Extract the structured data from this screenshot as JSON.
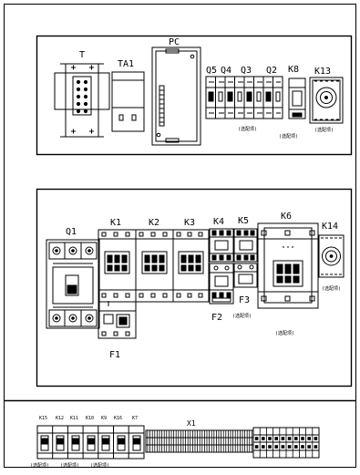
{
  "panels": {
    "top": {
      "T": "T",
      "TA1": "TA1",
      "PC": "PC",
      "Q5": "Q5",
      "Q4": "Q4",
      "Q3": "Q3",
      "Q2": "Q2",
      "K8": "K8",
      "K13": "K13",
      "note_q": "(选配项)",
      "note_k8": "(选配项)",
      "note_k13": "(选配项)"
    },
    "middle": {
      "Q1": "Q1",
      "K1": "K1",
      "K2": "K2",
      "K3": "K3",
      "K4": "K4",
      "K5": "K5",
      "K6": "K6",
      "K14": "K14",
      "F1": "F1",
      "F2": "F2",
      "F3": "F3",
      "note_f2": "(选配项)",
      "note_k6": "(选配项)",
      "note_k14": "(选配项)"
    },
    "bottom": {
      "K15": "K15",
      "K12": "K12",
      "K11": "K11",
      "K10": "K10",
      "K9": "K9",
      "K16": "K16",
      "K7": "K7",
      "X1": "X1",
      "note_1": "(选配项)",
      "note_2": "(选配项)",
      "note_3": "(选配项)"
    }
  },
  "colors": {
    "line": "#000000",
    "background": "#ffffff"
  }
}
